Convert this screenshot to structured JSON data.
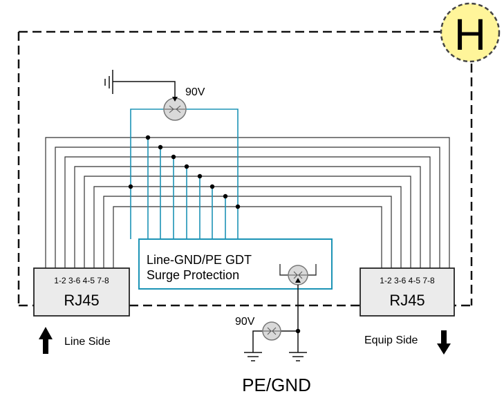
{
  "badge": {
    "letter": "H"
  },
  "gdt_top": {
    "voltage": "90V"
  },
  "gdt_bottom": {
    "voltage": "90V"
  },
  "protection_box": {
    "line1": "Line-GND/PE GDT",
    "line2": "Surge Protection"
  },
  "rj45_left": {
    "title": "RJ45",
    "pins": "1-2 3-6 4-5 7-8"
  },
  "rj45_right": {
    "title": "RJ45",
    "pins": "1-2 3-6 4-5 7-8"
  },
  "line_side": {
    "label": "Line Side"
  },
  "equip_side": {
    "label": "Equip Side"
  },
  "ground": {
    "label": "PE/GND"
  },
  "colors": {
    "blue_wire": "#1b93b5",
    "badge_fill": "#fff59a",
    "box_fill": "#ebebeb"
  }
}
